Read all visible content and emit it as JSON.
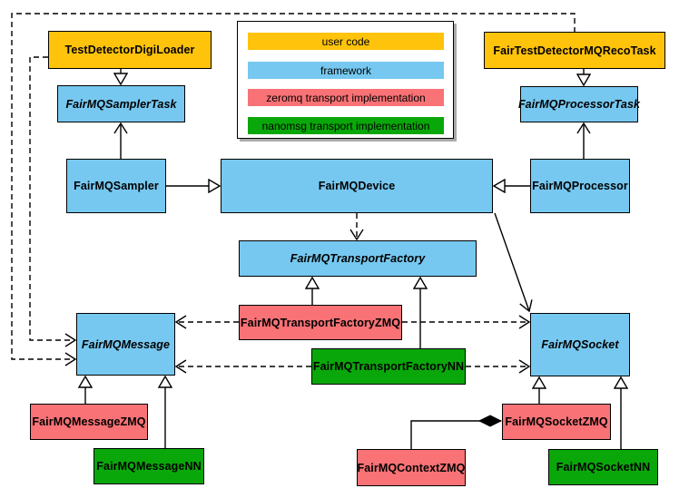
{
  "legend": {
    "items": [
      {
        "label": "user code",
        "color": "#FFC30B"
      },
      {
        "label": "framework",
        "color": "#76C8F0"
      },
      {
        "label": "zeromq transport implementation",
        "color": "#F97276"
      },
      {
        "label": "nanomsg transport implementation",
        "color": "#0AA70A"
      }
    ]
  },
  "nodes": {
    "test_detector_digi_loader": {
      "label": "TestDetectorDigiLoader",
      "category": "user code",
      "abstract": false
    },
    "fair_test_detector_mq_reco_task": {
      "label": "FairTestDetectorMQRecoTask",
      "category": "user code",
      "abstract": false
    },
    "fair_mq_sampler_task": {
      "label": "FairMQSamplerTask",
      "category": "framework",
      "abstract": true
    },
    "fair_mq_processor_task": {
      "label": "FairMQProcessorTask",
      "category": "framework",
      "abstract": true
    },
    "fair_mq_sampler": {
      "label": "FairMQSampler",
      "category": "framework",
      "abstract": false
    },
    "fair_mq_device": {
      "label": "FairMQDevice",
      "category": "framework",
      "abstract": false
    },
    "fair_mq_processor": {
      "label": "FairMQProcessor",
      "category": "framework",
      "abstract": false
    },
    "fair_mq_transport_factory": {
      "label": "FairMQTransportFactory",
      "category": "framework",
      "abstract": true
    },
    "fair_mq_transport_factory_zmq": {
      "label": "FairMQTransportFactoryZMQ",
      "category": "zeromq transport implementation",
      "abstract": false
    },
    "fair_mq_transport_factory_nn": {
      "label": "FairMQTransportFactoryNN",
      "category": "nanomsg transport implementation",
      "abstract": false
    },
    "fair_mq_message": {
      "label": "FairMQMessage",
      "category": "framework",
      "abstract": true
    },
    "fair_mq_socket": {
      "label": "FairMQSocket",
      "category": "framework",
      "abstract": true
    },
    "fair_mq_message_zmq": {
      "label": "FairMQMessageZMQ",
      "category": "zeromq transport implementation",
      "abstract": false
    },
    "fair_mq_message_nn": {
      "label": "FairMQMessageNN",
      "category": "nanomsg transport implementation",
      "abstract": false
    },
    "fair_mq_context_zmq": {
      "label": "FairMQContextZMQ",
      "category": "zeromq transport implementation",
      "abstract": false
    },
    "fair_mq_socket_zmq": {
      "label": "FairMQSocketZMQ",
      "category": "zeromq transport implementation",
      "abstract": false
    },
    "fair_mq_socket_nn": {
      "label": "FairMQSocketNN",
      "category": "nanomsg transport implementation",
      "abstract": false
    }
  },
  "edges": [
    {
      "from": "TestDetectorDigiLoader",
      "to": "FairMQSamplerTask",
      "type": "inheritance",
      "line": "solid"
    },
    {
      "from": "FairTestDetectorMQRecoTask",
      "to": "FairMQProcessorTask",
      "type": "inheritance",
      "line": "solid"
    },
    {
      "from": "FairMQSampler",
      "to": "FairMQSamplerTask",
      "type": "association",
      "line": "solid"
    },
    {
      "from": "FairMQProcessor",
      "to": "FairMQProcessorTask",
      "type": "association",
      "line": "solid"
    },
    {
      "from": "FairMQSampler",
      "to": "FairMQDevice",
      "type": "inheritance",
      "line": "solid"
    },
    {
      "from": "FairMQProcessor",
      "to": "FairMQDevice",
      "type": "inheritance",
      "line": "solid"
    },
    {
      "from": "FairMQDevice",
      "to": "FairMQTransportFactory",
      "type": "dependency",
      "line": "dashed"
    },
    {
      "from": "FairMQDevice",
      "to": "FairMQSocket",
      "type": "association",
      "line": "solid"
    },
    {
      "from": "FairMQTransportFactoryZMQ",
      "to": "FairMQTransportFactory",
      "type": "inheritance",
      "line": "solid"
    },
    {
      "from": "FairMQTransportFactoryNN",
      "to": "FairMQTransportFactory",
      "type": "inheritance",
      "line": "solid"
    },
    {
      "from": "FairMQTransportFactoryZMQ",
      "to": "FairMQMessage",
      "type": "dependency",
      "line": "dashed"
    },
    {
      "from": "FairMQTransportFactoryZMQ",
      "to": "FairMQSocket",
      "type": "dependency",
      "line": "dashed"
    },
    {
      "from": "FairMQTransportFactoryNN",
      "to": "FairMQMessage",
      "type": "dependency",
      "line": "dashed"
    },
    {
      "from": "FairMQTransportFactoryNN",
      "to": "FairMQSocket",
      "type": "dependency",
      "line": "dashed"
    },
    {
      "from": "TestDetectorDigiLoader",
      "to": "FairMQMessage",
      "type": "dependency",
      "line": "dashed"
    },
    {
      "from": "FairTestDetectorMQRecoTask",
      "to": "FairMQMessage",
      "type": "dependency",
      "line": "dashed"
    },
    {
      "from": "FairMQMessageZMQ",
      "to": "FairMQMessage",
      "type": "inheritance",
      "line": "solid"
    },
    {
      "from": "FairMQMessageNN",
      "to": "FairMQMessage",
      "type": "inheritance",
      "line": "solid"
    },
    {
      "from": "FairMQSocketZMQ",
      "to": "FairMQSocket",
      "type": "inheritance",
      "line": "solid"
    },
    {
      "from": "FairMQSocketNN",
      "to": "FairMQSocket",
      "type": "inheritance",
      "line": "solid"
    },
    {
      "from": "FairMQContextZMQ",
      "to": "FairMQSocketZMQ",
      "type": "composition",
      "line": "solid"
    }
  ],
  "colors": {
    "user_code": "#FFC30B",
    "framework": "#76C8F0",
    "zeromq": "#F97276",
    "nanomsg": "#0AA70A",
    "line": "#000000",
    "background": "#FFFFFF"
  }
}
